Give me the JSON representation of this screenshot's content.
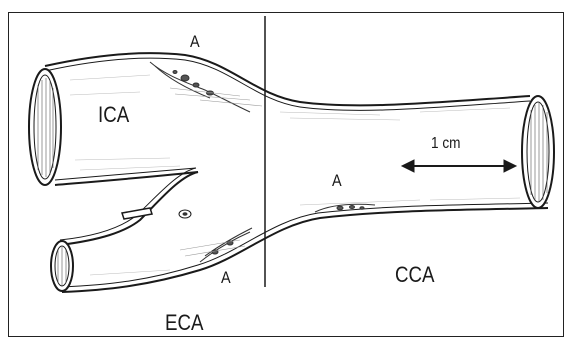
{
  "labels": {
    "ica": "ICA",
    "eca": "ECA",
    "cca": "CCA",
    "plaque_top": "A",
    "plaque_middle": "A",
    "plaque_bottom": "A",
    "scale": "1 cm"
  },
  "colors": {
    "ink": "#1a1a1a",
    "shade": "#555555",
    "plaque": "#333333",
    "background": "#ffffff"
  }
}
